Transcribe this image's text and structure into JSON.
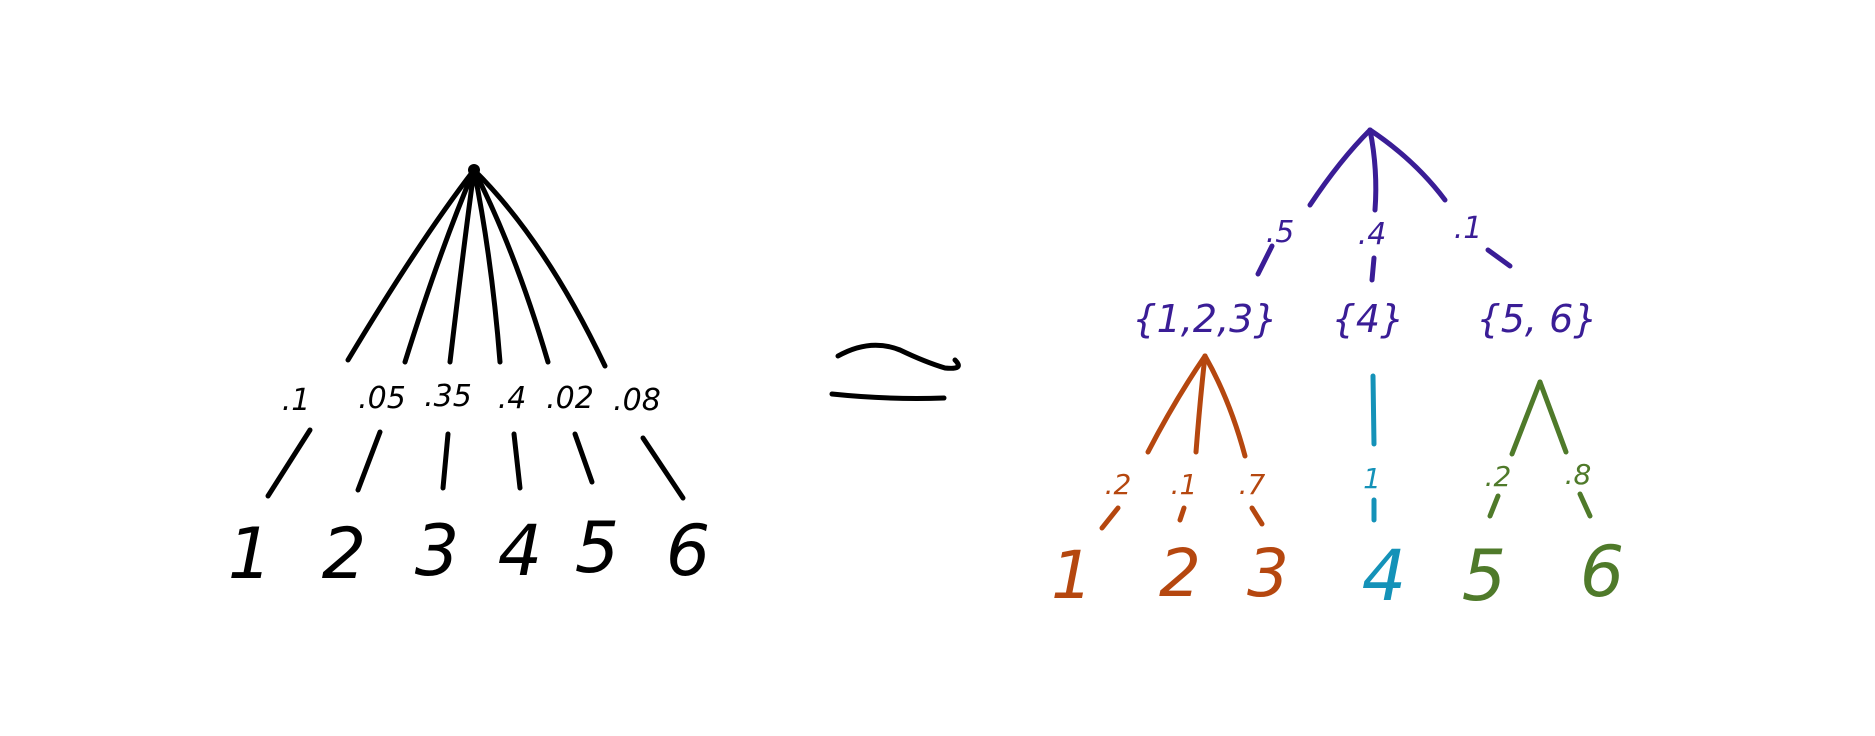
{
  "colors": {
    "black": "#000000",
    "purple": "#3a1d96",
    "orange": "#b5470f",
    "blue": "#1492b8",
    "green": "#4f7a2a"
  },
  "flat_tree": {
    "probabilities": [
      ".1",
      ".05",
      ".35",
      ".4",
      ".02",
      ".08"
    ],
    "outcomes": [
      "1",
      "2",
      "3",
      "4",
      "5",
      "6"
    ]
  },
  "equivalence_symbol": "≃",
  "nested_tree": {
    "top_probabilities": [
      ".5",
      ".4",
      ".1"
    ],
    "groups": [
      "{1,2,3}",
      "{4}",
      "{5, 6}"
    ],
    "group1": {
      "probabilities": [
        ".2",
        ".1",
        ".7"
      ],
      "outcomes": [
        "1",
        "2",
        "3"
      ]
    },
    "group2": {
      "probabilities": [
        "1"
      ],
      "outcomes": [
        "4"
      ]
    },
    "group3": {
      "probabilities": [
        ".2",
        ".8"
      ],
      "outcomes": [
        "5",
        "6"
      ]
    }
  }
}
